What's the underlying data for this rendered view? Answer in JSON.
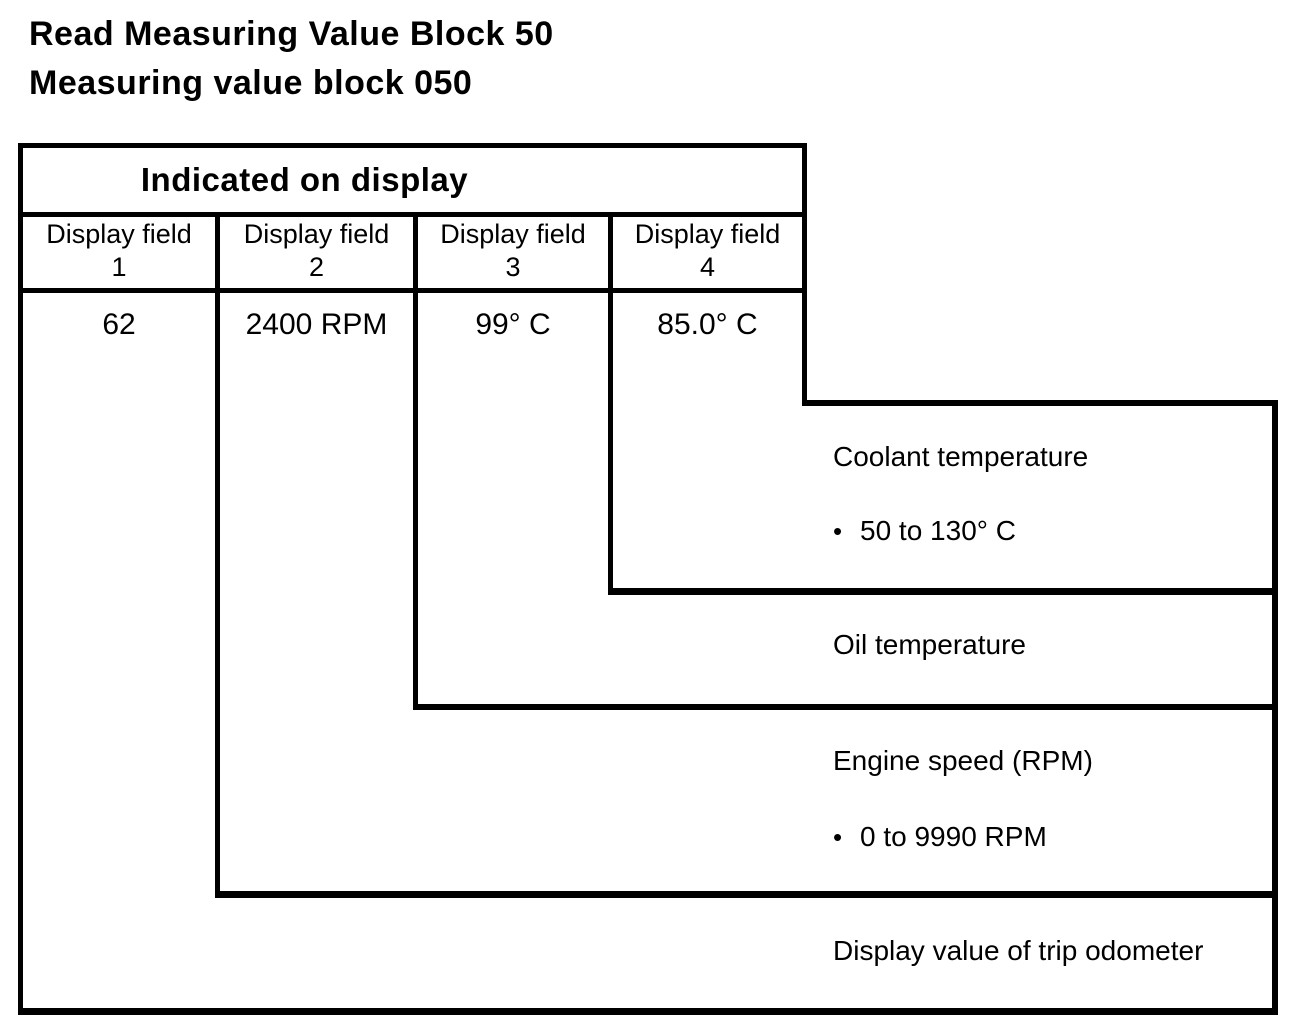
{
  "title": {
    "line1": "Read Measuring Value Block 50",
    "line2": "Measuring value block 050"
  },
  "bullet": "•",
  "table": {
    "header": "Indicated on display",
    "columns": [
      {
        "label_line1": "Display field",
        "label_line2": "1",
        "value": "62"
      },
      {
        "label_line1": "Display field",
        "label_line2": "2",
        "value": "2400 RPM"
      },
      {
        "label_line1": "Display field",
        "label_line2": "3",
        "value": "99° C"
      },
      {
        "label_line1": "Display field",
        "label_line2": "4",
        "value": "85.0° C"
      }
    ]
  },
  "callouts": [
    {
      "display_field": "4",
      "label": "Coolant temperature",
      "range": "50 to 130° C"
    },
    {
      "display_field": "3",
      "label": "Oil temperature"
    },
    {
      "display_field": "2",
      "label": "Engine speed (RPM)",
      "range": "0 to 9990 RPM"
    },
    {
      "display_field": "1",
      "label": "Display value of trip odometer"
    }
  ],
  "colors": {
    "line": "#000000",
    "background": "#ffffff",
    "text": "#000000"
  }
}
